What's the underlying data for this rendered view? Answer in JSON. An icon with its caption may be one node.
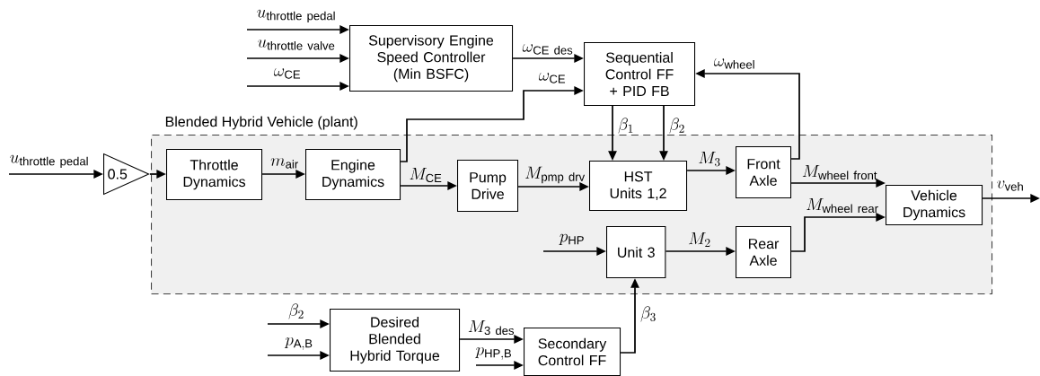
{
  "diagram": {
    "nodes": [
      {
        "text": [
          "Blended Hybrid Vehicle (plant)"
        ]
      },
      {
        "text": [
          "Supervisory Engine Speed Controller (Min BSFC)"
        ]
      },
      {
        "text": [
          "Sequential Control FF + PID FB"
        ]
      },
      {
        "text": [
          "0.5"
        ]
      },
      {
        "text": [
          "Throttle Dynamics"
        ],
        "in": 0
      },
      {
        "text": [
          "Engine Dynamics"
        ],
        "in": 0
      },
      {
        "text": [
          "Pump Drive"
        ],
        "in": 0
      },
      {
        "text": [
          "HST Units 1,2"
        ],
        "in": 0
      },
      {
        "text": [
          "Front Axle"
        ],
        "in": 0
      },
      {
        "text": [
          "Vehicle Dynamics"
        ],
        "in": 0
      },
      {
        "text": [
          "Unit 3"
        ],
        "in": 0
      },
      {
        "text": [
          "Rear Axle"
        ],
        "in": 0
      },
      {
        "text": [
          "Desired Blended Hybrid Torque"
        ]
      },
      {
        "text": [
          "Secondary Control FF"
        ]
      }
    ],
    "edges": [
      {
        "from": null,
        "to": 1,
        "arrow": "to",
        "label": "u_\\mathrm{throttle\\ pedal}"
      },
      {
        "from": null,
        "to": 1,
        "arrow": "to",
        "label": "u_\\mathrm{throttle\\ valve}"
      },
      {
        "from": null,
        "to": 1,
        "arrow": "to",
        "label": "\\omega_\\mathrm{CE}"
      },
      {
        "from": 1,
        "to": 2,
        "arrow": "to",
        "label": "\\omega_\\mathrm{CE\\ des}"
      },
      {
        "from": 5,
        "to": 2,
        "arrow": "to",
        "label": "\\omega_\\mathrm{CE}"
      },
      {
        "from": 8,
        "to": 2,
        "arrow": "to",
        "label": "\\omega_\\mathrm{wheel}"
      },
      {
        "from": 2,
        "to": 7,
        "arrow": "to",
        "label": "\\beta_1"
      },
      {
        "from": 2,
        "to": 7,
        "arrow": "to",
        "label": "\\beta_2"
      },
      {
        "from": null,
        "to": 3,
        "arrow": "to",
        "label": "u_\\mathrm{throttle\\ pedal}"
      },
      {
        "from": 3,
        "to": 4,
        "arrow": "to"
      },
      {
        "from": 4,
        "to": 5,
        "arrow": "to",
        "label": "m_\\mathrm{air}"
      },
      {
        "from": 5,
        "to": 6,
        "arrow": "to",
        "label": "M_\\mathrm{CE}"
      },
      {
        "from": 6,
        "to": 7,
        "arrow": "to",
        "label": "M_\\mathrm{pmp\\ drv}"
      },
      {
        "from": 7,
        "to": 8,
        "arrow": "to",
        "label": "M_3"
      },
      {
        "from": 8,
        "to": 9,
        "arrow": "to",
        "label": "M_\\mathrm{wheel\\ front}"
      },
      {
        "from": 11,
        "to": 9,
        "arrow": "to",
        "label": "M_\\mathrm{wheel\\ rear}"
      },
      {
        "from": 9,
        "to": null,
        "arrow": "to",
        "label": "v_\\mathrm{veh}"
      },
      {
        "from": null,
        "to": 10,
        "arrow": "to",
        "label": "p_\\mathrm{HP}"
      },
      {
        "from": 10,
        "to": 11,
        "arrow": "to",
        "label": "M_2"
      },
      {
        "from": 13,
        "to": 10,
        "arrow": "to",
        "label": "\\beta_3"
      },
      {
        "from": null,
        "to": 12,
        "arrow": "to",
        "label": "\\beta_2"
      },
      {
        "from": null,
        "to": 12,
        "arrow": "to",
        "label": "p_\\mathrm{A,B}"
      },
      {
        "from": 12,
        "to": 13,
        "arrow": "to",
        "label": "M_\\mathrm{3\\ des}"
      },
      {
        "from": null,
        "to": 13,
        "arrow": "to",
        "label": "p_\\mathrm{HP,B}"
      }
    ]
  }
}
